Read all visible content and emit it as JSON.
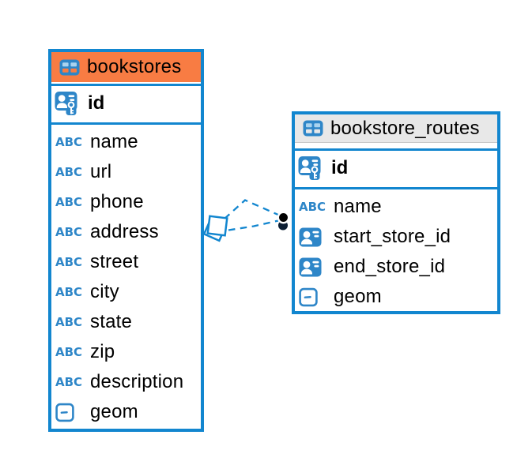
{
  "diagram": {
    "tables": [
      {
        "title": "bookstores",
        "header_color": "#f87c43",
        "primary_key": {
          "name": "id"
        },
        "columns": [
          {
            "name": "name",
            "type": "text"
          },
          {
            "name": "url",
            "type": "text"
          },
          {
            "name": "phone",
            "type": "text"
          },
          {
            "name": "address",
            "type": "text"
          },
          {
            "name": "street",
            "type": "text"
          },
          {
            "name": "city",
            "type": "text"
          },
          {
            "name": "state",
            "type": "text"
          },
          {
            "name": "zip",
            "type": "text"
          },
          {
            "name": "description",
            "type": "text"
          },
          {
            "name": "geom",
            "type": "geometry"
          }
        ]
      },
      {
        "title": "bookstore_routes",
        "header_color": "#e8e8e8",
        "primary_key": {
          "name": "id"
        },
        "columns": [
          {
            "name": "name",
            "type": "text"
          },
          {
            "name": "start_store_id",
            "type": "foreign-key"
          },
          {
            "name": "end_store_id",
            "type": "foreign-key"
          },
          {
            "name": "geom",
            "type": "geometry"
          }
        ]
      }
    ],
    "relationships": [
      {
        "from_table": "bookstores",
        "to_table": "bookstore_routes",
        "line_style": "dashed"
      },
      {
        "from_table": "bookstores",
        "to_table": "bookstore_routes",
        "line_style": "dashed"
      }
    ],
    "icons": {
      "text_type_label": "ABC"
    },
    "colors": {
      "accent_blue": "#1286cf",
      "icon_blue": "#2e86c8",
      "header_orange": "#f87c43",
      "header_gray": "#e8e8e8",
      "canvas_bg": "#ffffff"
    }
  }
}
